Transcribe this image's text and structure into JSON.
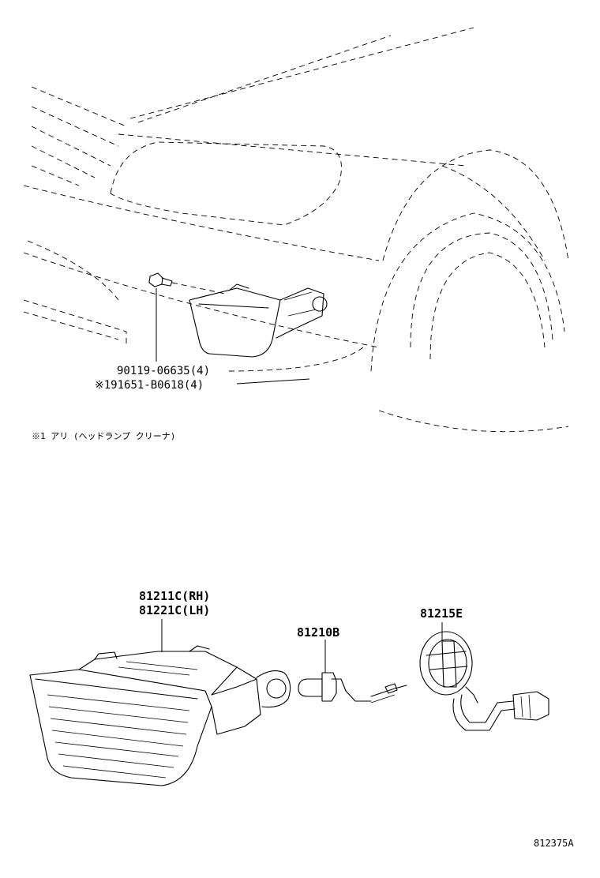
{
  "labels": {
    "bolt_part": "90119-06635(4)",
    "bolt_alt_part": "※191651-B0618(4)",
    "note": "※1 アリ (ヘッドランプ クリーナ)",
    "lamp_rh": "81211C(RH)",
    "lamp_lh": "81221C(LH)",
    "bulb": "81210B",
    "socket": "81215E",
    "diagram_code": "812375A"
  }
}
